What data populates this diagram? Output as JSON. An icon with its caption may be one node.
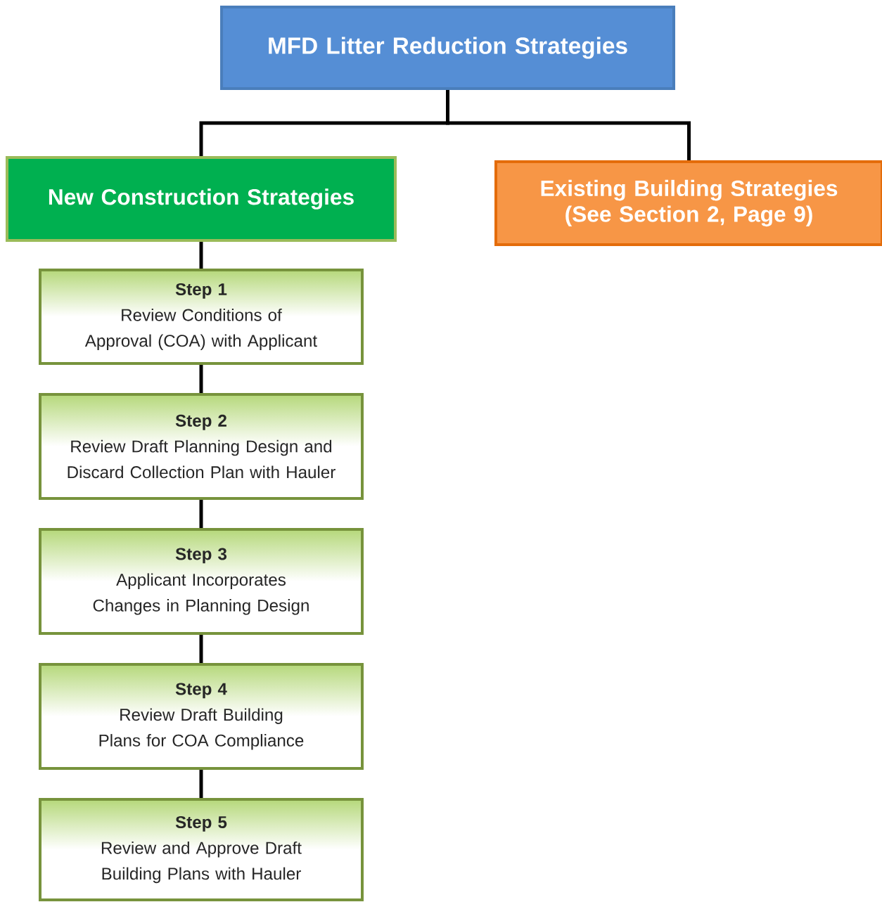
{
  "diagram": {
    "nodes": [
      {
        "text": [
          "MFD Litter Reduction Strategies"
        ]
      },
      {
        "text": [
          "New Construction Strategies"
        ]
      },
      {
        "text": [
          "Existing Building Strategies (See Section 2, Page 9)"
        ]
      },
      {
        "text": [
          "Step 1",
          "Review Conditions of Approval (COA) with Applicant"
        ]
      },
      {
        "text": [
          "Step 2",
          "Review Draft Planning Design and Discard Collection Plan with Hauler"
        ]
      },
      {
        "text": [
          "Step 3",
          "Applicant Incorporates Changes in Planning Design"
        ]
      },
      {
        "text": [
          "Step 4",
          "Review Draft Building Plans for COA Compliance"
        ]
      },
      {
        "text": [
          "Step 5",
          "Review and Approve Draft Building Plans with Hauler"
        ]
      }
    ],
    "edges": [
      {
        "from": 0,
        "to": 1,
        "arrow": "none"
      },
      {
        "from": 0,
        "to": 2,
        "arrow": "none"
      },
      {
        "from": 1,
        "to": 3,
        "arrow": "none"
      },
      {
        "from": 3,
        "to": 4,
        "arrow": "none"
      },
      {
        "from": 4,
        "to": 5,
        "arrow": "none"
      },
      {
        "from": 5,
        "to": 6,
        "arrow": "none"
      },
      {
        "from": 6,
        "to": 7,
        "arrow": "none"
      }
    ]
  }
}
